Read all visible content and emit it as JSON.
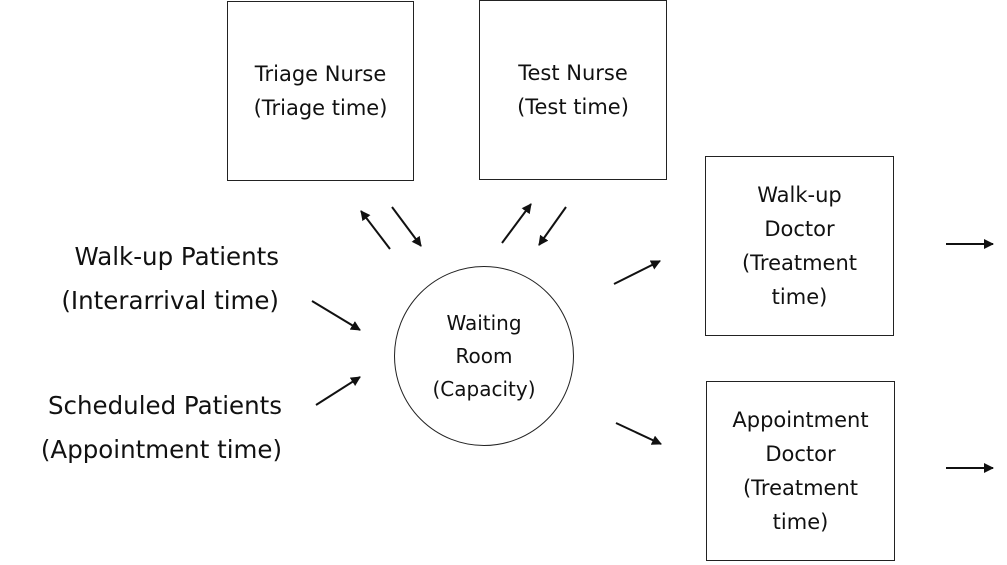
{
  "triage_nurse": {
    "line1": "Triage Nurse",
    "line2": "(Triage time)"
  },
  "test_nurse": {
    "line1": "Test Nurse",
    "line2": "(Test time)"
  },
  "walkup_doctor": {
    "line1": "Walk-up",
    "line2": "Doctor",
    "line3": "(Treatment",
    "line4": "time)"
  },
  "appointment_doctor": {
    "line1": "Appointment",
    "line2": "Doctor",
    "line3": "(Treatment",
    "line4": "time)"
  },
  "waiting_room": {
    "line1": "Waiting",
    "line2": "Room",
    "line3": "(Capacity)"
  },
  "walkup_patients": {
    "line1": "Walk-up Patients",
    "line2": "(Interarrival time)"
  },
  "scheduled_patients": {
    "line1": "Scheduled Patients",
    "line2": "(Appointment time)"
  },
  "colors": {
    "stroke": "#222222",
    "text": "#111111",
    "background": "#ffffff"
  }
}
